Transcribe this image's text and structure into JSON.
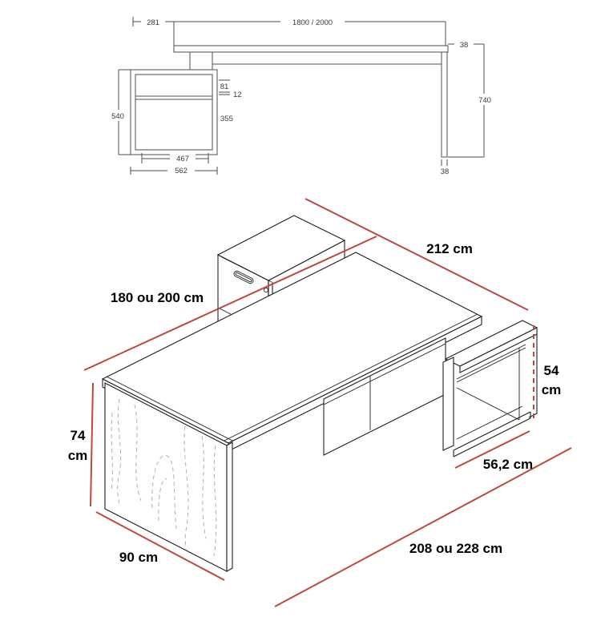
{
  "title": "Executive desk dimension drawing",
  "colors": {
    "background": "#ffffff",
    "dimension_line_red": "#c0483b",
    "drawing_line": "#1f1f1f",
    "elevation_line": "#4d4d4d",
    "wood_grain": "#b0b0b0",
    "label_text": "#000000"
  },
  "elevation": {
    "labels": {
      "overhang_mm": "281",
      "length_mm": "1800 / 2000",
      "top_thickness_mm": "38",
      "height_mm": "740",
      "foot_thickness_mm": "38",
      "cabinet_height_mm": "540",
      "drawer_front_mm": "81",
      "gap_mm": "12",
      "opening_mm": "355",
      "inner_width_mm": "467",
      "outer_width_mm": "562"
    }
  },
  "perspective": {
    "labels": {
      "total_depth": "212 cm",
      "desk_length": "180 ou 200 cm",
      "height_value": "74",
      "height_unit": "cm",
      "depth": "90 cm",
      "total_length": "208 ou 228 cm",
      "pedestal_width": "56,2 cm",
      "pedestal_height_value": "54",
      "pedestal_height_unit": "cm"
    }
  }
}
